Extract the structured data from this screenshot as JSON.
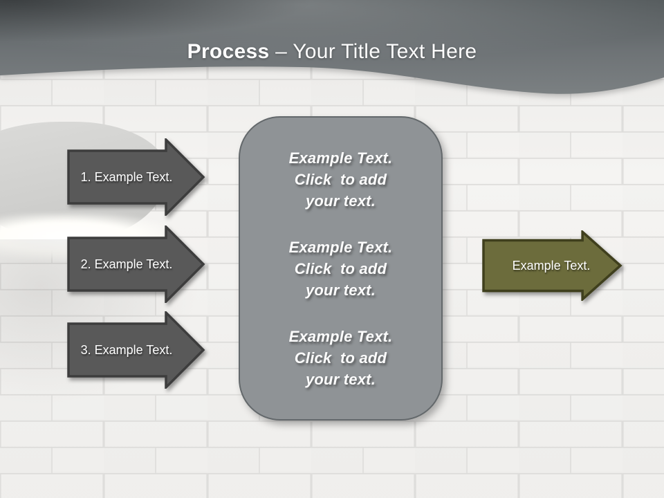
{
  "slide": {
    "title": {
      "bold": "Process",
      "rest": " – Your Title Text Here"
    },
    "left_arrows": [
      {
        "label": "1. Example Text."
      },
      {
        "label": "2. Example Text."
      },
      {
        "label": "3. Example Text."
      }
    ],
    "panel": {
      "blocks": [
        "Example Text.\nClick  to add\nyour text.",
        "Example Text.\nClick  to add\nyour text.",
        "Example Text.\nClick  to add\nyour text."
      ]
    },
    "right_arrow": {
      "label": "Example Text."
    },
    "colors": {
      "arrow_gray_fill": "#595959",
      "arrow_gray_border": "#3d3d3d",
      "arrow_olive_fill": "#6c6c3c",
      "arrow_olive_border": "#3f3f1d",
      "panel_fill": "#8f9396",
      "panel_border": "#63686b",
      "header_top": "#545a5c",
      "header_bottom": "#7b8082",
      "wall": "#f2f1ef",
      "text_white": "#ffffff"
    }
  }
}
